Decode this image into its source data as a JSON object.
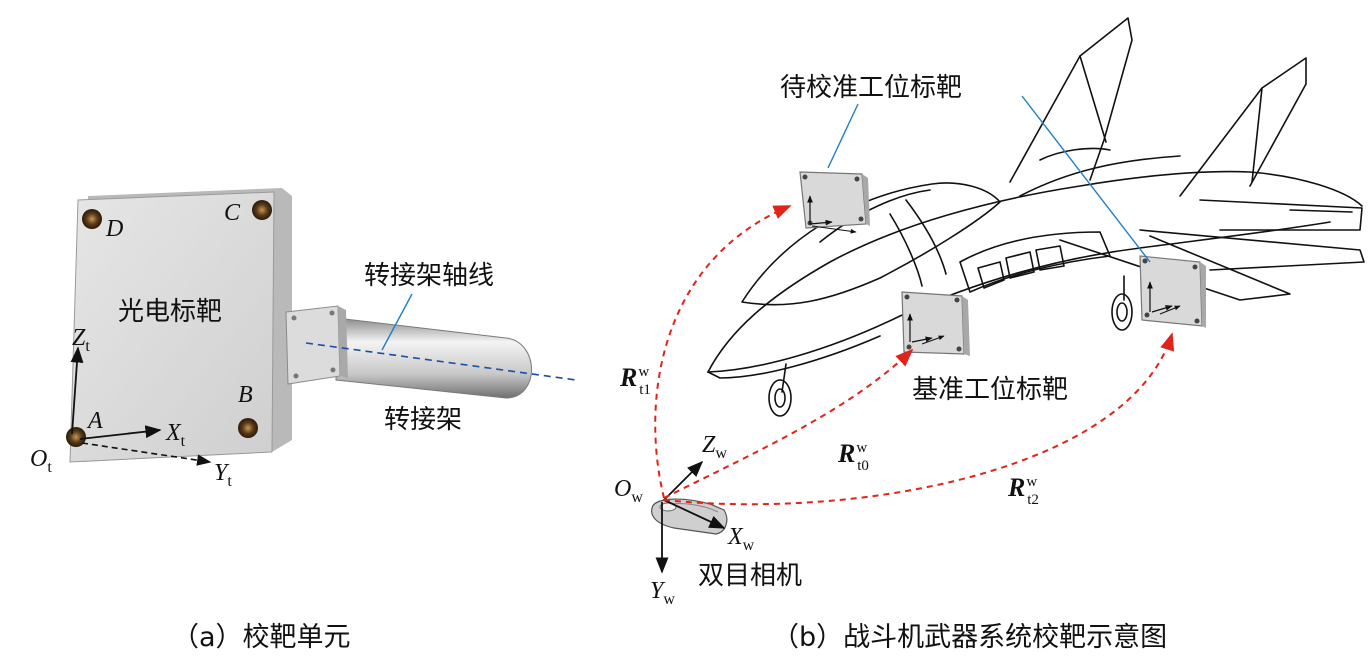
{
  "panel_a": {
    "caption": "（a）校靶单元",
    "target_label": "光电标靶",
    "bracket_axis_label": "转接架轴线",
    "bracket_label": "转接架",
    "corners": {
      "a": "A",
      "b": "B",
      "c": "C",
      "d": "D"
    },
    "frame": {
      "origin": "O",
      "x": "X",
      "y": "Y",
      "z": "Z",
      "sub": "t"
    }
  },
  "panel_b": {
    "caption": "（b）战斗机武器系统校靶示意图",
    "target_to_calibrate_label": "待校准工位标靶",
    "reference_target_label": "基准工位标靶",
    "camera_label": "双目相机",
    "frame": {
      "origin": "O",
      "x": "X",
      "y": "Y",
      "z": "Z",
      "sub": "w"
    },
    "transforms": [
      {
        "main": "R",
        "sub": "t1",
        "sup": "w"
      },
      {
        "main": "R",
        "sub": "t0",
        "sup": "w"
      },
      {
        "main": "R",
        "sub": "t2",
        "sup": "w"
      }
    ]
  },
  "colors": {
    "dashed_arrow": "#e2231a",
    "leader_line": "#1f7fc4",
    "axis_line": "#1a4fa0",
    "target_plate": "#d9d9d9"
  },
  "icons": [
    "photoelectric-target-plate",
    "adapter-bracket",
    "fighter-jet-outline",
    "binocular-camera"
  ]
}
